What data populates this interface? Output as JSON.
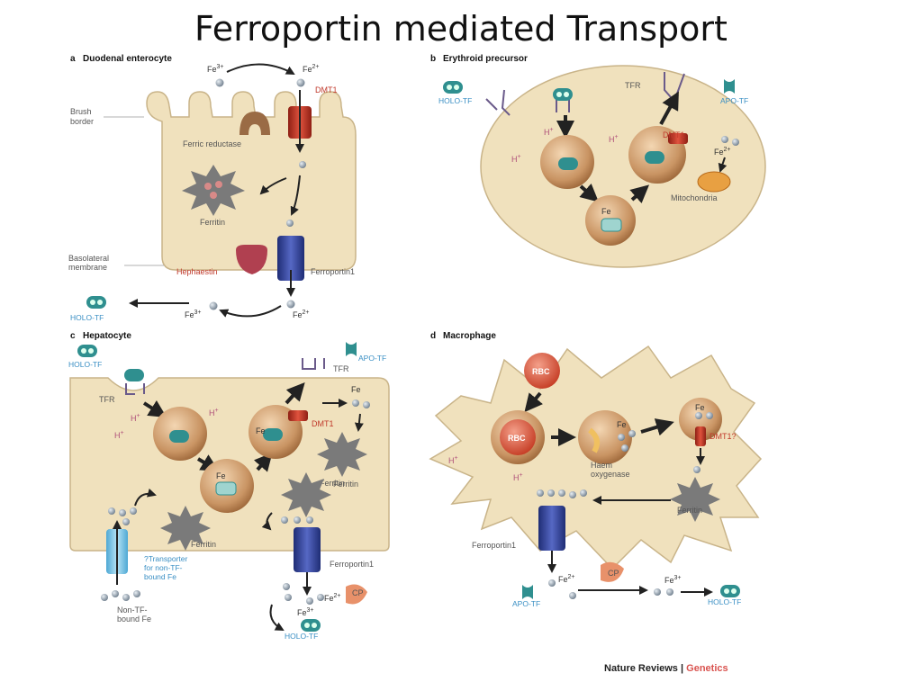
{
  "slide": {
    "title": "Ferroportin mediated Transport"
  },
  "panels": {
    "a": {
      "letter": "a",
      "title": "Duodenal enterocyte",
      "labels": {
        "fe3_top": "Fe",
        "fe3_top_sup": "3+",
        "fe2_top": "Fe",
        "fe2_top_sup": "2+",
        "dmt1": "DMT1",
        "brush_border_1": "Brush",
        "brush_border_2": "border",
        "ferric_reductase": "Ferric reductase",
        "ferritin": "Ferritin",
        "basolateral_1": "Basolateral",
        "basolateral_2": "membrane",
        "hephaestin": "Hephaestin",
        "ferroportin": "Ferroportin1",
        "holo_tf": "HOLO-TF",
        "fe3_bot": "Fe",
        "fe3_bot_sup": "3+",
        "fe2_bot": "Fe",
        "fe2_bot_sup": "2+"
      }
    },
    "b": {
      "letter": "b",
      "title": "Erythroid precursor",
      "labels": {
        "holo_tf": "HOLO-TF",
        "tfr": "TFR",
        "apo_tf": "APO-TF",
        "h1": "H",
        "h2": "H",
        "h3": "H",
        "plus": "+",
        "dmt1": "DMT1",
        "fe2": "Fe",
        "fe2_sup": "2+",
        "fe": "Fe",
        "mitochondria": "Mitochondria"
      }
    },
    "c": {
      "letter": "c",
      "title": "Hepatocyte",
      "labels": {
        "holo_tf": "HOLO-TF",
        "apo_tf": "APO-TF",
        "tfr_top": "TFR",
        "tfr_left": "TFR",
        "h1": "H",
        "h2": "H",
        "h3": "H",
        "plus": "+",
        "fe_top": "Fe",
        "fe_mid": "Fe",
        "fe_left": "Fe",
        "dmt1": "DMT1",
        "ferritin_1": "Ferritin",
        "ferritin_2": "Ferritin",
        "ferritin_3": "Ferritin",
        "transporter_1": "?Transporter",
        "transporter_2": "for non-TF-",
        "transporter_3": "bound Fe",
        "non_tf_1": "Non-TF-",
        "non_tf_2": "bound Fe",
        "ferroportin": "Ferroportin1",
        "cp": "CP",
        "fe2": "Fe",
        "fe2_sup": "2+",
        "fe3": "Fe",
        "fe3_sup": "3+",
        "holo_tf_bottom": "HOLO-TF"
      }
    },
    "d": {
      "letter": "d",
      "title": "Macrophage",
      "labels": {
        "rbc_top": "RBC",
        "rbc_mid": "RBC",
        "h1": "H",
        "h2": "H",
        "plus": "+",
        "fe_1": "Fe",
        "fe_2": "Fe",
        "haem_1": "Haem",
        "haem_2": "oxygenase",
        "dmt1": "DMT1?",
        "ferritin": "Ferritin",
        "ferroportin": "Ferroportin1",
        "cp": "CP",
        "fe2": "Fe",
        "fe2_sup": "2+",
        "fe3": "Fe",
        "fe3_sup": "3+",
        "apo_tf": "APO-TF",
        "holo_tf": "HOLO-TF"
      }
    }
  },
  "footer": {
    "journal": "Nature Reviews",
    "separator": " | ",
    "section": "Genetics"
  },
  "colors": {
    "cell_fill": "#f0e1bd",
    "cell_stroke": "#c9b489",
    "vesicle": "#c08a57",
    "ion": "#8a98a6",
    "dmt1": "#c0392b",
    "ferroportin": "#2e3f8f",
    "transporter": "#7cc5e6",
    "hephaestin": "#a83a4a",
    "cp": "#e8916a",
    "tf": "#2f8f8f",
    "rbc": "#d94a33",
    "ferritin": "#6e6e6e"
  }
}
